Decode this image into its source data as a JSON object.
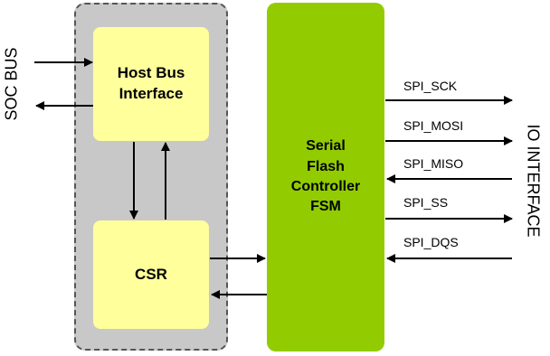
{
  "blocks": {
    "host_bus_interface": "Host Bus\nInterface",
    "csr": "CSR",
    "fsm": "Serial\nFlash\nController\nFSM"
  },
  "labels": {
    "soc_bus": "SOC BUS",
    "io_interface": "IO INTERFACE"
  },
  "signals": [
    "SPI_SCK",
    "SPI_MOSI",
    "SPI_MISO",
    "SPI_SS",
    "SPI_DQS"
  ],
  "colors": {
    "group_fill": "#c8c8c8",
    "block_fill": "#ffff9c",
    "fsm_fill": "#92cc00"
  }
}
